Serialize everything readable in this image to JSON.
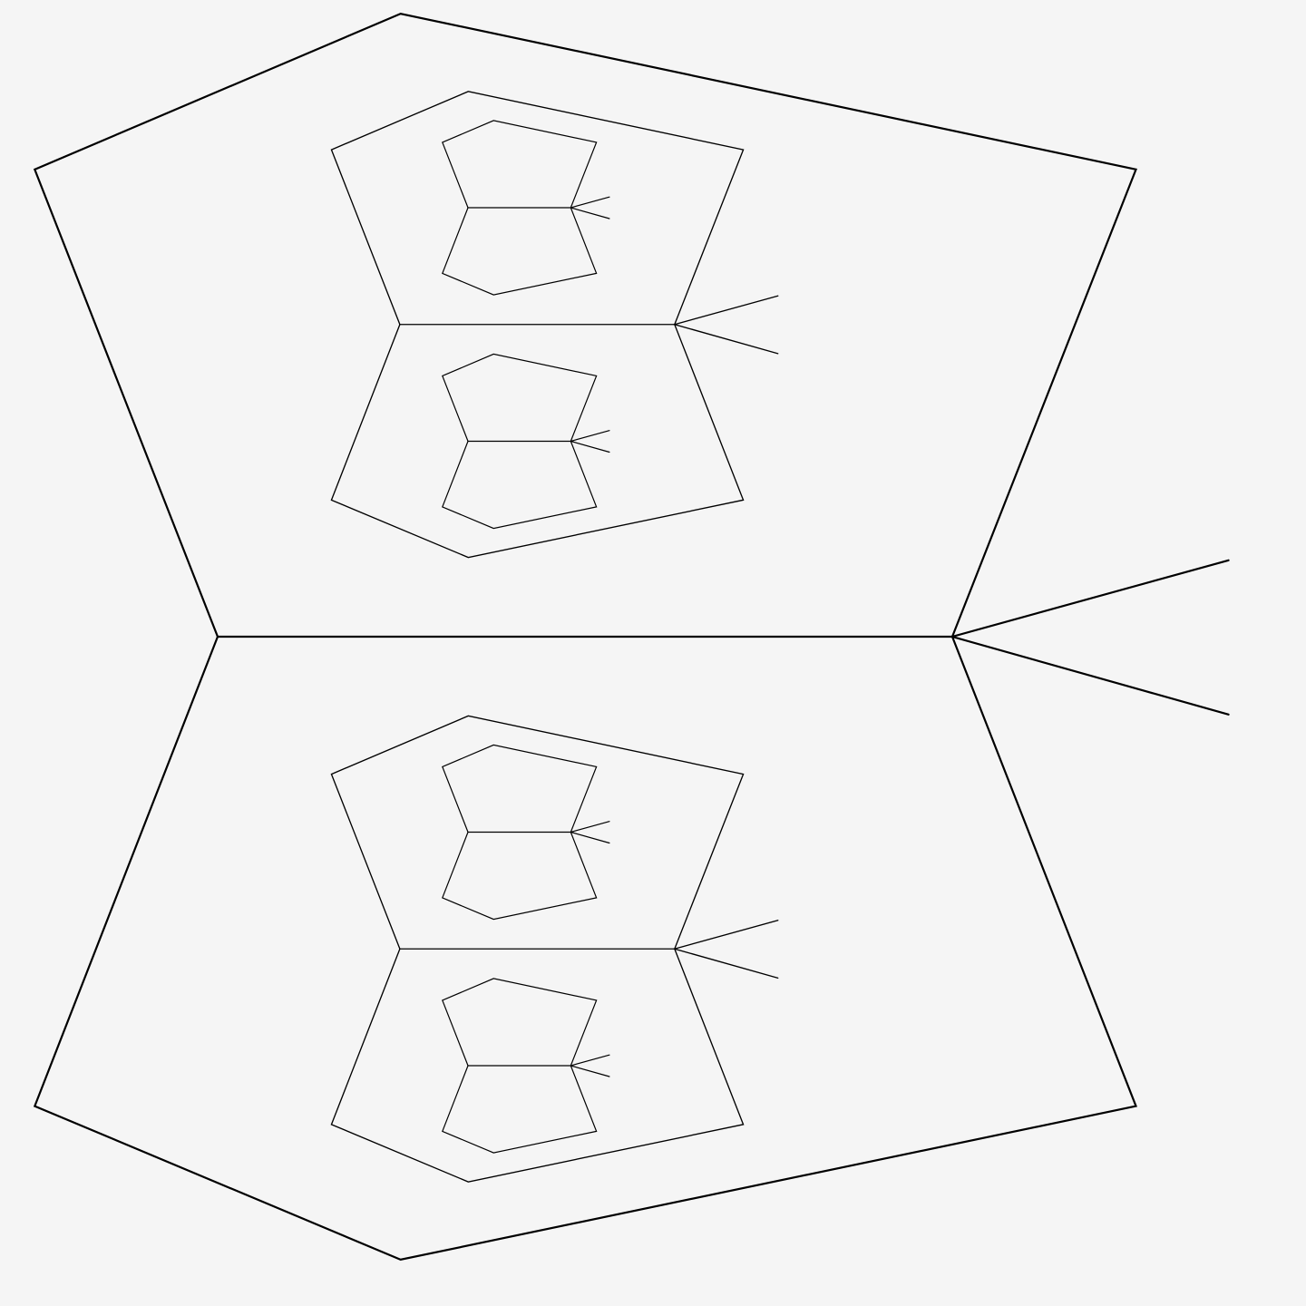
{
  "diagram": {
    "kind": "recursive-forked-pentagon-fractal",
    "recursion_levels": 3,
    "branches_per_node": 2,
    "colors": {
      "background": "#f5f5f5",
      "stroke": "#000000"
    }
  }
}
